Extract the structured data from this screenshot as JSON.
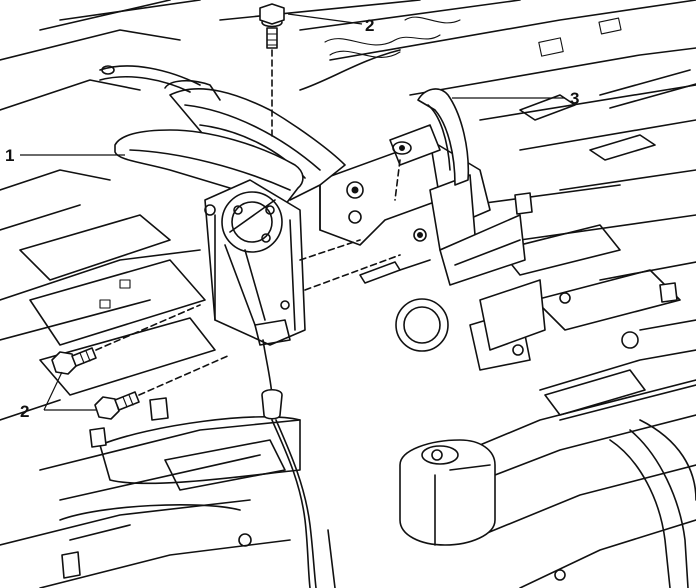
{
  "callouts": {
    "c1": "1",
    "c2_top": "2",
    "c3": "3",
    "c2_left": "2"
  },
  "colors": {
    "ink": "#111111",
    "paper": "#ffffff"
  }
}
